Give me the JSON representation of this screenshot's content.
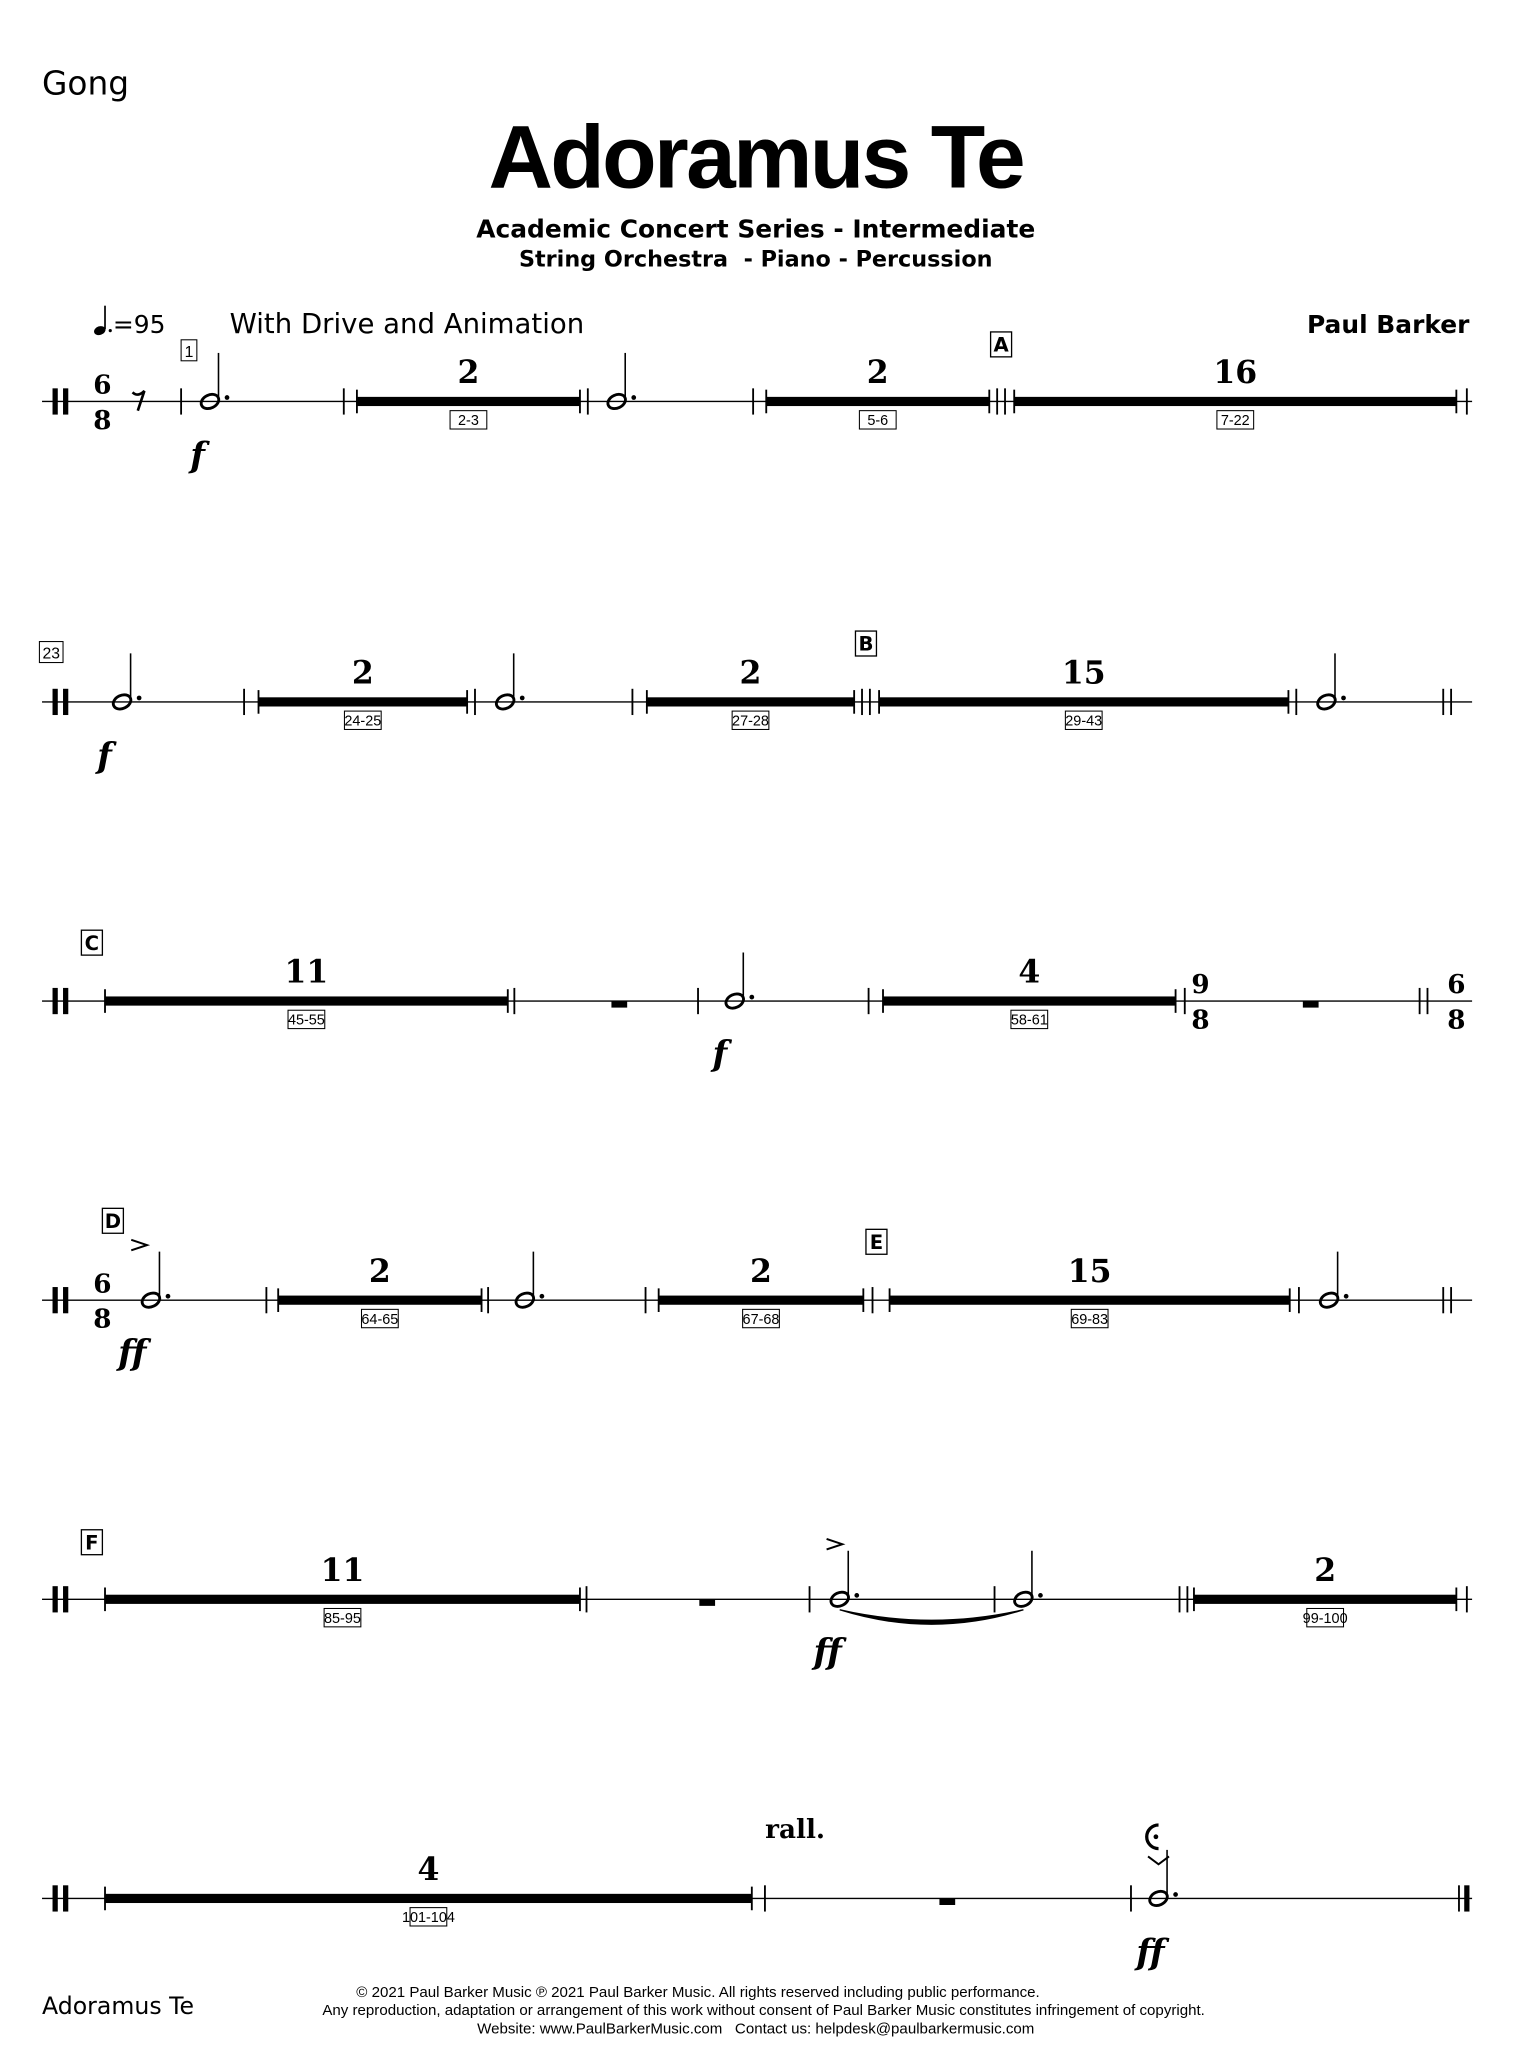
{
  "header": {
    "instrument": "Gong",
    "title": "Adoramus Te",
    "series": "Academic Concert Series - Intermediate",
    "instrumentation": "String Orchestra  - Piano - Percussion",
    "tempo": "=95",
    "expression": "With Drive and Animation",
    "composer": "Paul Barker"
  },
  "systems": [
    {
      "measure_number": "1",
      "time_signature": {
        "top": "6",
        "bottom": "8"
      },
      "rehearsal": [
        "A"
      ],
      "rests": [
        {
          "count": "2",
          "range": "2-3"
        },
        {
          "count": "2",
          "range": "5-6"
        },
        {
          "count": "16",
          "range": "7-22"
        }
      ],
      "dynamics": [
        "f"
      ]
    },
    {
      "measure_number": "23",
      "rehearsal": [
        "B"
      ],
      "rests": [
        {
          "count": "2",
          "range": "24-25"
        },
        {
          "count": "2",
          "range": "27-28"
        },
        {
          "count": "15",
          "range": "29-43"
        }
      ],
      "dynamics": [
        "f"
      ]
    },
    {
      "rehearsal": [
        "C"
      ],
      "rests": [
        {
          "count": "11",
          "range": "45-55"
        },
        {
          "count": "4",
          "range": "58-61"
        }
      ],
      "dynamics": [
        "f"
      ],
      "time_signatures": [
        {
          "top": "9",
          "bottom": "8"
        },
        {
          "top": "6",
          "bottom": "8"
        }
      ]
    },
    {
      "rehearsal": [
        "D",
        "E"
      ],
      "time_signature": {
        "top": "6",
        "bottom": "8"
      },
      "rests": [
        {
          "count": "2",
          "range": "64-65"
        },
        {
          "count": "2",
          "range": "67-68"
        },
        {
          "count": "15",
          "range": "69-83"
        }
      ],
      "dynamics": [
        "ff"
      ]
    },
    {
      "rehearsal": [
        "F"
      ],
      "rests": [
        {
          "count": "11",
          "range": "85-95"
        },
        {
          "count": "2",
          "range": "99-100"
        }
      ],
      "dynamics": [
        "ff"
      ]
    },
    {
      "rests": [
        {
          "count": "4",
          "range": "101-104"
        }
      ],
      "tempo_change": "rall.",
      "dynamics": [
        "ff"
      ]
    }
  ],
  "footer": {
    "title": "Adoramus Te",
    "lines": [
      "© 2021 Paul Barker Music ℗ 2021 Paul Barker Music. All rights reserved including public performance.",
      "Any reproduction, adaptation or arrangement of this work without consent of Paul Barker Music constitutes infringement of copyright.",
      "Website: www.PaulBarkerMusic.com   Contact us: helpdesk@paulbarkermusic.com"
    ]
  }
}
